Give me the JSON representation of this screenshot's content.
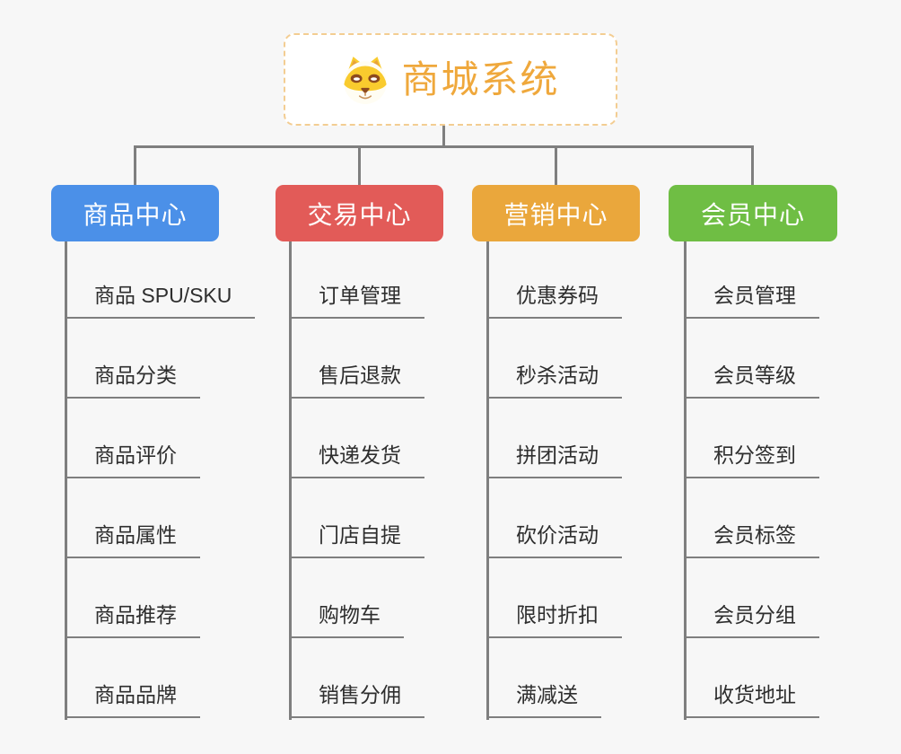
{
  "root": {
    "title": "商城系统",
    "icon": "shiba-dog-icon"
  },
  "branches": [
    {
      "label": "商品中心",
      "color": "#4B90E8",
      "children": [
        "商品 SPU/SKU",
        "商品分类",
        "商品评价",
        "商品属性",
        "商品推荐",
        "商品品牌"
      ]
    },
    {
      "label": "交易中心",
      "color": "#E25B58",
      "children": [
        "订单管理",
        "售后退款",
        "快递发货",
        "门店自提",
        "购物车",
        "销售分佣"
      ]
    },
    {
      "label": "营销中心",
      "color": "#EAA73C",
      "children": [
        "优惠券码",
        "秒杀活动",
        "拼团活动",
        "砍价活动",
        "限时折扣",
        "满减送"
      ]
    },
    {
      "label": "会员中心",
      "color": "#6FBE44",
      "children": [
        "会员管理",
        "会员等级",
        "积分签到",
        "会员标签",
        "会员分组",
        "收货地址"
      ]
    }
  ],
  "colors": {
    "background": "#F7F7F7",
    "connector": "#7F7F7F",
    "root_text": "#EFA83C",
    "root_border": "#F3CD92",
    "leaf_text": "#2E2E2E",
    "leaf_underline": "#7F7F7F"
  }
}
